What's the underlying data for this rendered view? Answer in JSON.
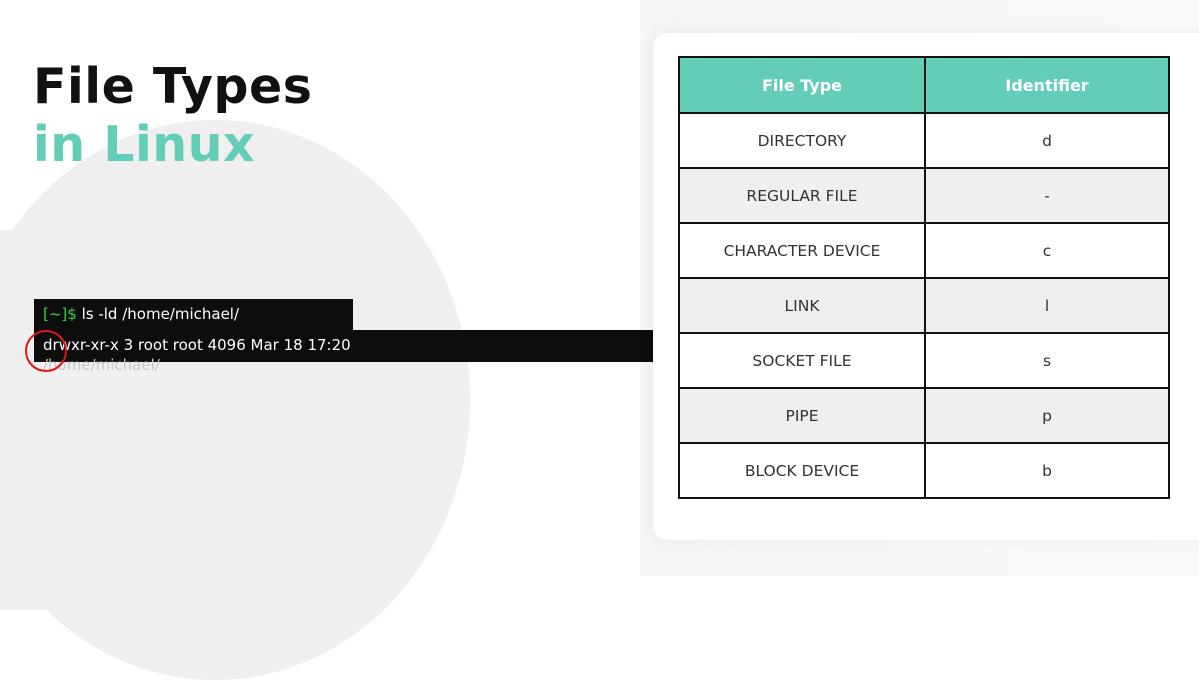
{
  "title": {
    "line1": "File Types",
    "line2": "in Linux"
  },
  "terminal": {
    "prompt": "[~]$",
    "command": " ls -ld /home/michael/",
    "output": "drwxr-xr-x 3 root root 4096 Mar 18 17:20",
    "output_wrap": "/home/michael/"
  },
  "table": {
    "headers": [
      "File Type",
      "Identifier"
    ],
    "rows": [
      {
        "type": "DIRECTORY",
        "id": "d"
      },
      {
        "type": "REGULAR FILE",
        "id": "-"
      },
      {
        "type": "CHARACTER DEVICE",
        "id": "c"
      },
      {
        "type": "LINK",
        "id": "l"
      },
      {
        "type": "SOCKET FILE",
        "id": "s"
      },
      {
        "type": "PIPE",
        "id": "p"
      },
      {
        "type": "BLOCK DEVICE",
        "id": "b"
      }
    ]
  },
  "colors": {
    "accent": "#63cdb7",
    "title": "#111111",
    "terminal_bg": "#0d0d0d",
    "prompt": "#39d43b",
    "highlight_circle": "#e01515"
  }
}
